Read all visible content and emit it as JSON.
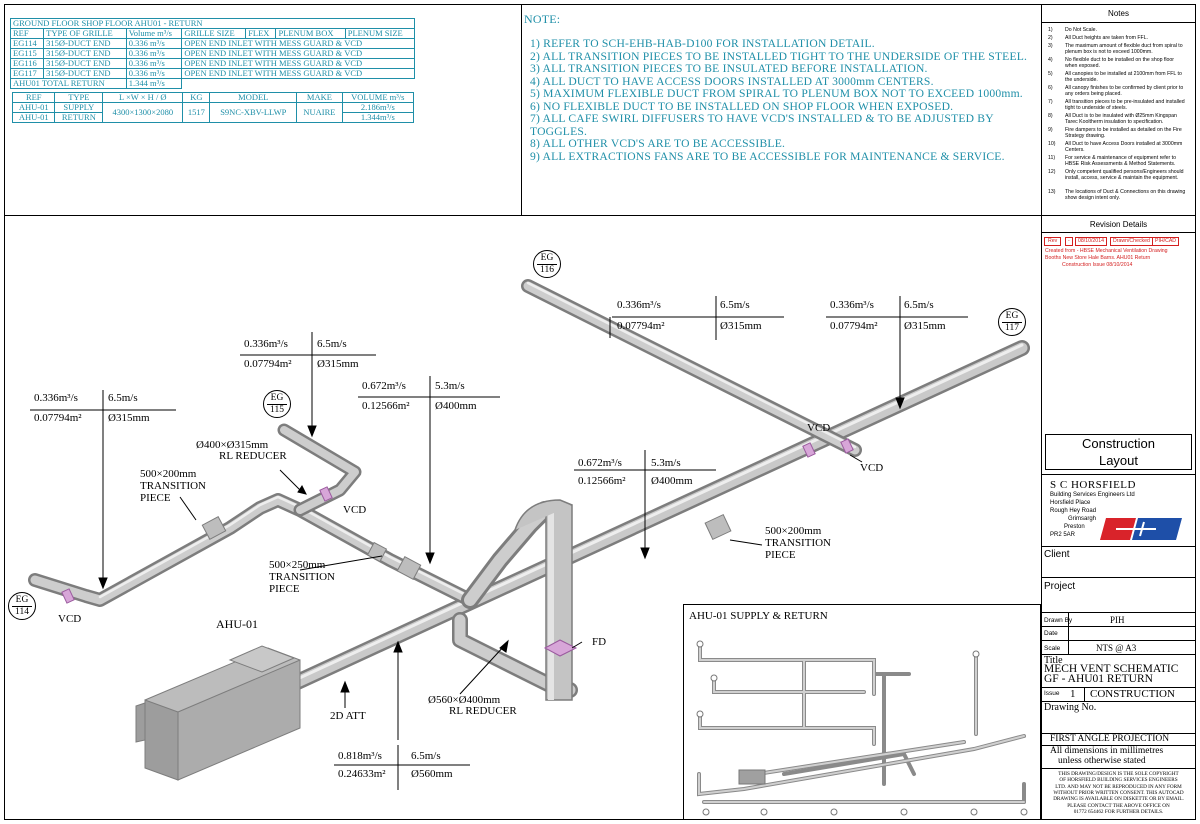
{
  "schedule": {
    "title": "GROUND FLOOR SHOP FLOOR AHU01 - RETURN",
    "headers": [
      "REF",
      "TYPE OF GRILLE",
      "Volume m³/s",
      "GRILLE SIZE",
      "FLEX",
      "PLENUM BOX",
      "PLENUM SIZE"
    ],
    "rows": [
      [
        "EG114",
        "315Ø-DUCT END",
        "0.336 m³/s",
        "OPEN END INLET WITH MESS GUARD & VCD"
      ],
      [
        "EG115",
        "315Ø-DUCT END",
        "0.336 m³/s",
        "OPEN END INLET WITH MESS GUARD & VCD"
      ],
      [
        "EG116",
        "315Ø-DUCT END",
        "0.336 m³/s",
        "OPEN END INLET WITH MESS GUARD & VCD"
      ],
      [
        "EG117",
        "315Ø-DUCT END",
        "0.336 m³/s",
        "OPEN END INLET WITH MESS GUARD & VCD"
      ]
    ],
    "total_label": "AHU01 TOTAL RETURN",
    "total_value": "1.344 m³/s"
  },
  "ahu_table": {
    "headers": [
      "REF",
      "TYPE",
      "L ×W × H / Ø",
      "KG",
      "MODEL",
      "MAKE",
      "VOLUME m³/s"
    ],
    "row1": {
      "ref": "AHU-01",
      "type": "SUPPLY",
      "volume": "2.186m³/s"
    },
    "row2": {
      "ref": "AHU-01",
      "type": "RETURN",
      "volume": "1.344m³/s"
    },
    "dims": "4300×1300×2080",
    "kg": "1517",
    "model": "S9NC-XBV-LLWP",
    "make": "NUAIRE"
  },
  "notes": {
    "title": "NOTE:",
    "items": [
      "1)    REFER TO SCH-EHB-HAB-D100 FOR INSTALLATION DETAIL.",
      "2)    ALL TRANSITION PIECES TO BE INSTALLED TIGHT TO THE UNDERSIDE OF THE STEEL.",
      "3)    ALL TRANSITION PIECES TO BE INSULATED BEFORE INSTALLATION.",
      "4)    ALL DUCT TO HAVE ACCESS DOORS INSTALLED AT 3000mm CENTERS.",
      "5)    MAXIMUM FLEXIBLE DUCT FROM SPIRAL TO PLENUM BOX NOT TO EXCEED 1000mm.",
      "6)    NO FLEXIBLE DUCT TO BE INSTALLED ON SHOP FLOOR WHEN EXPOSED.",
      "7)    ALL CAFE SWIRL DIFFUSERS TO HAVE VCD'S INSTALLED & TO BE ADJUSTED BY",
      "         TOGGLES.",
      "8)    ALL  OTHER VCD'S ARE TO BE ACCESSIBLE.",
      "9)    ALL EXTRACTIONS FANS ARE TO BE ACCESSIBLE FOR MAINTENANCE & SERVICE."
    ]
  },
  "side_notes": {
    "title": "Notes",
    "items": [
      {
        "n": "1)",
        "t": "Do Not Scale."
      },
      {
        "n": "2)",
        "t": "All Duct heights are taken from FFL."
      },
      {
        "n": "3)",
        "t": "The maximum amount of flexible duct from spiral to plenum box is not to exceed 1000mm."
      },
      {
        "n": "4)",
        "t": "No flexible duct to be installed on the shop floor when exposed."
      },
      {
        "n": "5)",
        "t": "All canopies to be installed at 2100mm from FFL to the underside."
      },
      {
        "n": "6)",
        "t": "All canopy finishes to be confirmed by client prior to any orders being placed."
      },
      {
        "n": "7)",
        "t": "All transition pieces to be pre-insulated and installed tight to underside of steels."
      },
      {
        "n": "8)",
        "t": "All Duct is to be insulated with Ø25mm Kingspan Tarec Kooltherm insulation to specification."
      },
      {
        "n": "9)",
        "t": "Fire dampers to be installed as detailed on the Fire Strategy drawing."
      },
      {
        "n": "10)",
        "t": "All Duct to have Access Doors installed at 3000mm Centers."
      },
      {
        "n": "11)",
        "t": "For service & maintenance of equipment refer to HBSE Risk Assessments & Method Statements."
      },
      {
        "n": "12)",
        "t": "Only competent qualified persons/Engineers should install, access, service & maintain the equipment."
      },
      {
        "n": "13)",
        "t": "The locations of Duct & Connections on this drawing show design intent only."
      }
    ]
  },
  "revision": {
    "title": "Revision Details",
    "rev": "Rev",
    "dash": "-",
    "date": "08/10/2014",
    "drawn_checked": "Drawn/Checked",
    "by": "PIH/CAD",
    "line1": "Created from - HBSE Mechanical Ventilation Drawing",
    "line2": "Booths New Store Hale Barns. AHU01 Return",
    "line3": "Construction Issue 08/10/2014"
  },
  "title_block": {
    "status_line1": "Construction",
    "status_line2": "Layout",
    "company": "S C HORSFIELD",
    "address": [
      "Building Services Engineers Ltd",
      "Horsfield Place",
      "Rough Hey Road",
      "Grimsargh",
      "Preston",
      "PR2 5AR"
    ],
    "client": "Client",
    "project": "Project",
    "drawn_by_label": "Drawn By",
    "drawn_by": "PIH",
    "date_label": "Date",
    "scale_label": "Scale",
    "scale": "NTS @ A3",
    "title_label": "Title",
    "title_1": "MECH VENT SCHEMATIC",
    "title_2": "GF - AHU01 RETURN",
    "issue_label": "Issue",
    "issue_no": "1",
    "issue": "CONSTRUCTION",
    "drawing_no": "Drawing No.",
    "projection": "FIRST ANGLE PROJECTION",
    "dims_1": "All dimensions in millimetres",
    "dims_2": "unless otherwise stated",
    "copyright": [
      "THIS DRAWING/DESIGN IS THE SOLE COPYRIGHT",
      "OF HORSFIELD BUILDING SERVICES ENGINEERS",
      "LTD. AND MAY NOT BE REPRODUCED IN ANY FORM",
      "WITHOUT PRIOR WRITTEN CONSENT. THIS AUTOCAD",
      "DRAWING IS AVAILABLE ON DISKETTE OR BY EMAIL.",
      "PLEASE CONTACT THE ABOVE OFFICE ON",
      "01772 654462 FOR FURTHER DETAILS."
    ]
  },
  "drawing": {
    "tags": [
      {
        "a": "EG",
        "b": "116"
      },
      {
        "a": "EG",
        "b": "117"
      },
      {
        "a": "EG",
        "b": "115"
      },
      {
        "a": "EG",
        "b": "114"
      }
    ],
    "flows": [
      {
        "q": "0.336m³/s",
        "v": "6.5m/s",
        "a": "0.07794m²",
        "d": "Ø315mm"
      },
      {
        "q": "0.336m³/s",
        "v": "6.5m/s",
        "a": "0.07794m²",
        "d": "Ø315mm"
      },
      {
        "q": "0.336m³/s",
        "v": "6.5m/s",
        "a": "0.07794m²",
        "d": "Ø315mm"
      },
      {
        "q": "0.336m³/s",
        "v": "6.5m/s",
        "a": "0.07794m²",
        "d": "Ø315mm"
      },
      {
        "q": "0.672m³/s",
        "v": "5.3m/s",
        "a": "0.12566m²",
        "d": "Ø400mm"
      },
      {
        "q": "0.672m³/s",
        "v": "5.3m/s",
        "a": "0.12566m²",
        "d": "Ø400mm"
      },
      {
        "q": "0.818m³/s",
        "v": "6.5m/s",
        "a": "0.24633m²",
        "d": "Ø560mm"
      }
    ],
    "vcd": "VCD",
    "reducer1_a": "Ø400×Ø315mm",
    "reducer1_b": "RL REDUCER",
    "trans1_a": "500×200mm",
    "trans1_b": "TRANSITION",
    "trans1_c": "PIECE",
    "trans2_a": "500×250mm",
    "trans2_b": "TRANSITION",
    "trans2_c": "PIECE",
    "trans3_a": "500×200mm",
    "trans3_b": "TRANSITION",
    "trans3_c": "PIECE",
    "ahu": "AHU-01",
    "att": "2D ATT",
    "fd": "FD",
    "reducer2_a": "Ø560×Ø400mm",
    "reducer2_b": "RL REDUCER",
    "inset_title": "AHU-01 SUPPLY & RETURN"
  }
}
